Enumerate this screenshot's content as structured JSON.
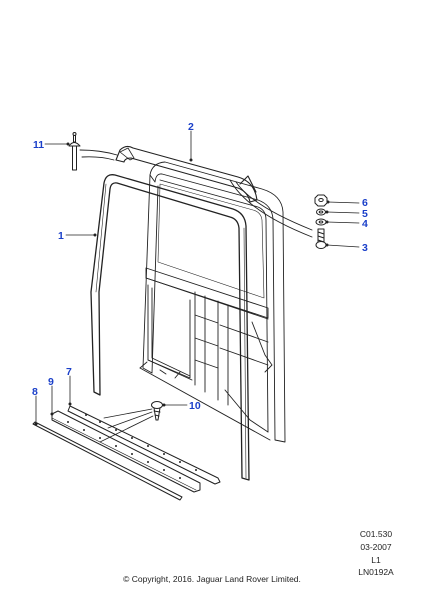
{
  "callouts": {
    "c1": "1",
    "c2": "2",
    "c3": "3",
    "c4": "4",
    "c5": "5",
    "c6": "6",
    "c7": "7",
    "c8": "8",
    "c9": "9",
    "c10": "10",
    "c11": "11"
  },
  "meta": {
    "code": "C01.530",
    "date": "03-2007",
    "level": "L1",
    "ref": "LN0192A"
  },
  "copyright": "© Copyright, 2016. Jaguar Land Rover Limited.",
  "colors": {
    "callout": "#1a3fc9",
    "line": "#222222"
  }
}
